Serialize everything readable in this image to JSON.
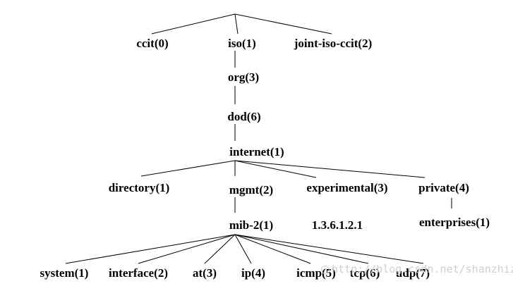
{
  "tree": {
    "nodes": {
      "ccit": "ccit(0)",
      "iso": "iso(1)",
      "joint": "joint-iso-ccit(2)",
      "org": "org(3)",
      "dod": "dod(6)",
      "internet": "internet(1)",
      "directory": "directory(1)",
      "mgmt": "mgmt(2)",
      "experimental": "experimental(3)",
      "private": "private(4)",
      "mib2": "mib-2(1)",
      "oid": "1.3.6.1.2.1",
      "enterprises": "enterprises(1)",
      "system": "system(1)",
      "interface": "interface(2)",
      "at": "at(3)",
      "ip": "ip(4)",
      "icmp": "icmp(5)",
      "tcp": "tcp(6)",
      "udp": "udp(7)"
    }
  },
  "watermark": {
    "text": "http://blog.csdn.net/shanzhizi"
  },
  "colors": {
    "ink": "#000000",
    "watermark": "#cfcfcf"
  }
}
